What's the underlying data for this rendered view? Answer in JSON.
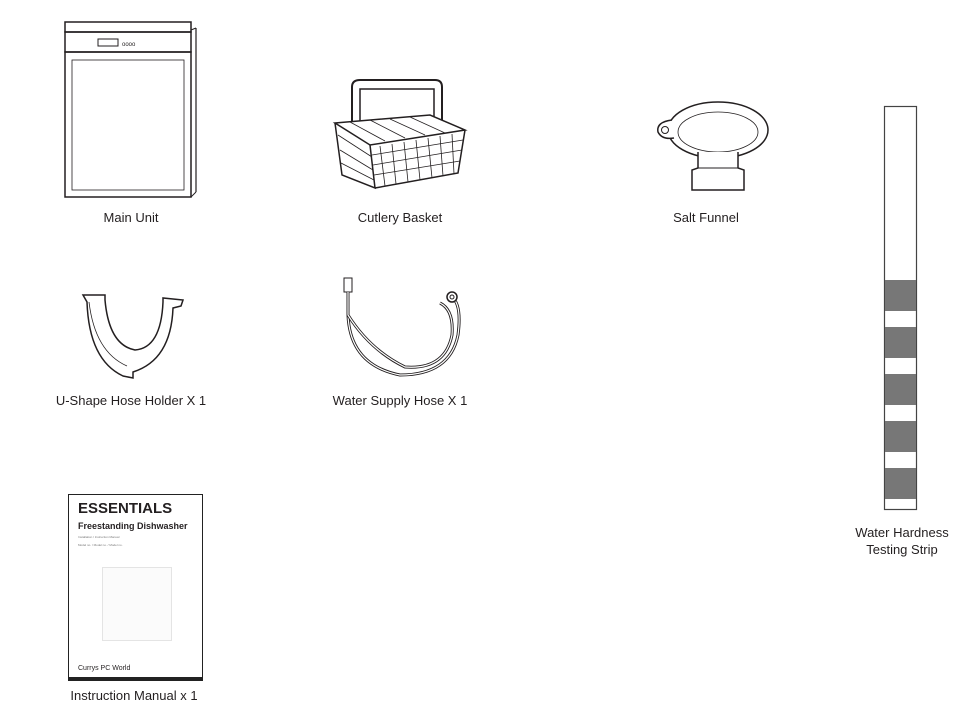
{
  "items": [
    {
      "id": "main-unit",
      "label": "Main Unit"
    },
    {
      "id": "cutlery-basket",
      "label": "Cutlery Basket"
    },
    {
      "id": "salt-funnel",
      "label": "Salt Funnel"
    },
    {
      "id": "u-shape-hose-holder",
      "label": "U-Shape Hose Holder X 1"
    },
    {
      "id": "water-supply-hose",
      "label": "Water Supply Hose X 1"
    },
    {
      "id": "instruction-manual",
      "label": "Instruction Manual x 1"
    },
    {
      "id": "water-hardness-strip",
      "label_line1": "Water Hardness",
      "label_line2": "Testing Strip"
    }
  ],
  "manual_cover": {
    "title": "ESSENTIALS",
    "subtitle": "Freestanding Dishwasher",
    "line1": "Installation / Instruction Manual",
    "line2": "Model no. / Model no. / Model no.",
    "brand": "Currys PC World"
  },
  "colors": {
    "line": "#231f20",
    "strip_band": "#777777"
  }
}
